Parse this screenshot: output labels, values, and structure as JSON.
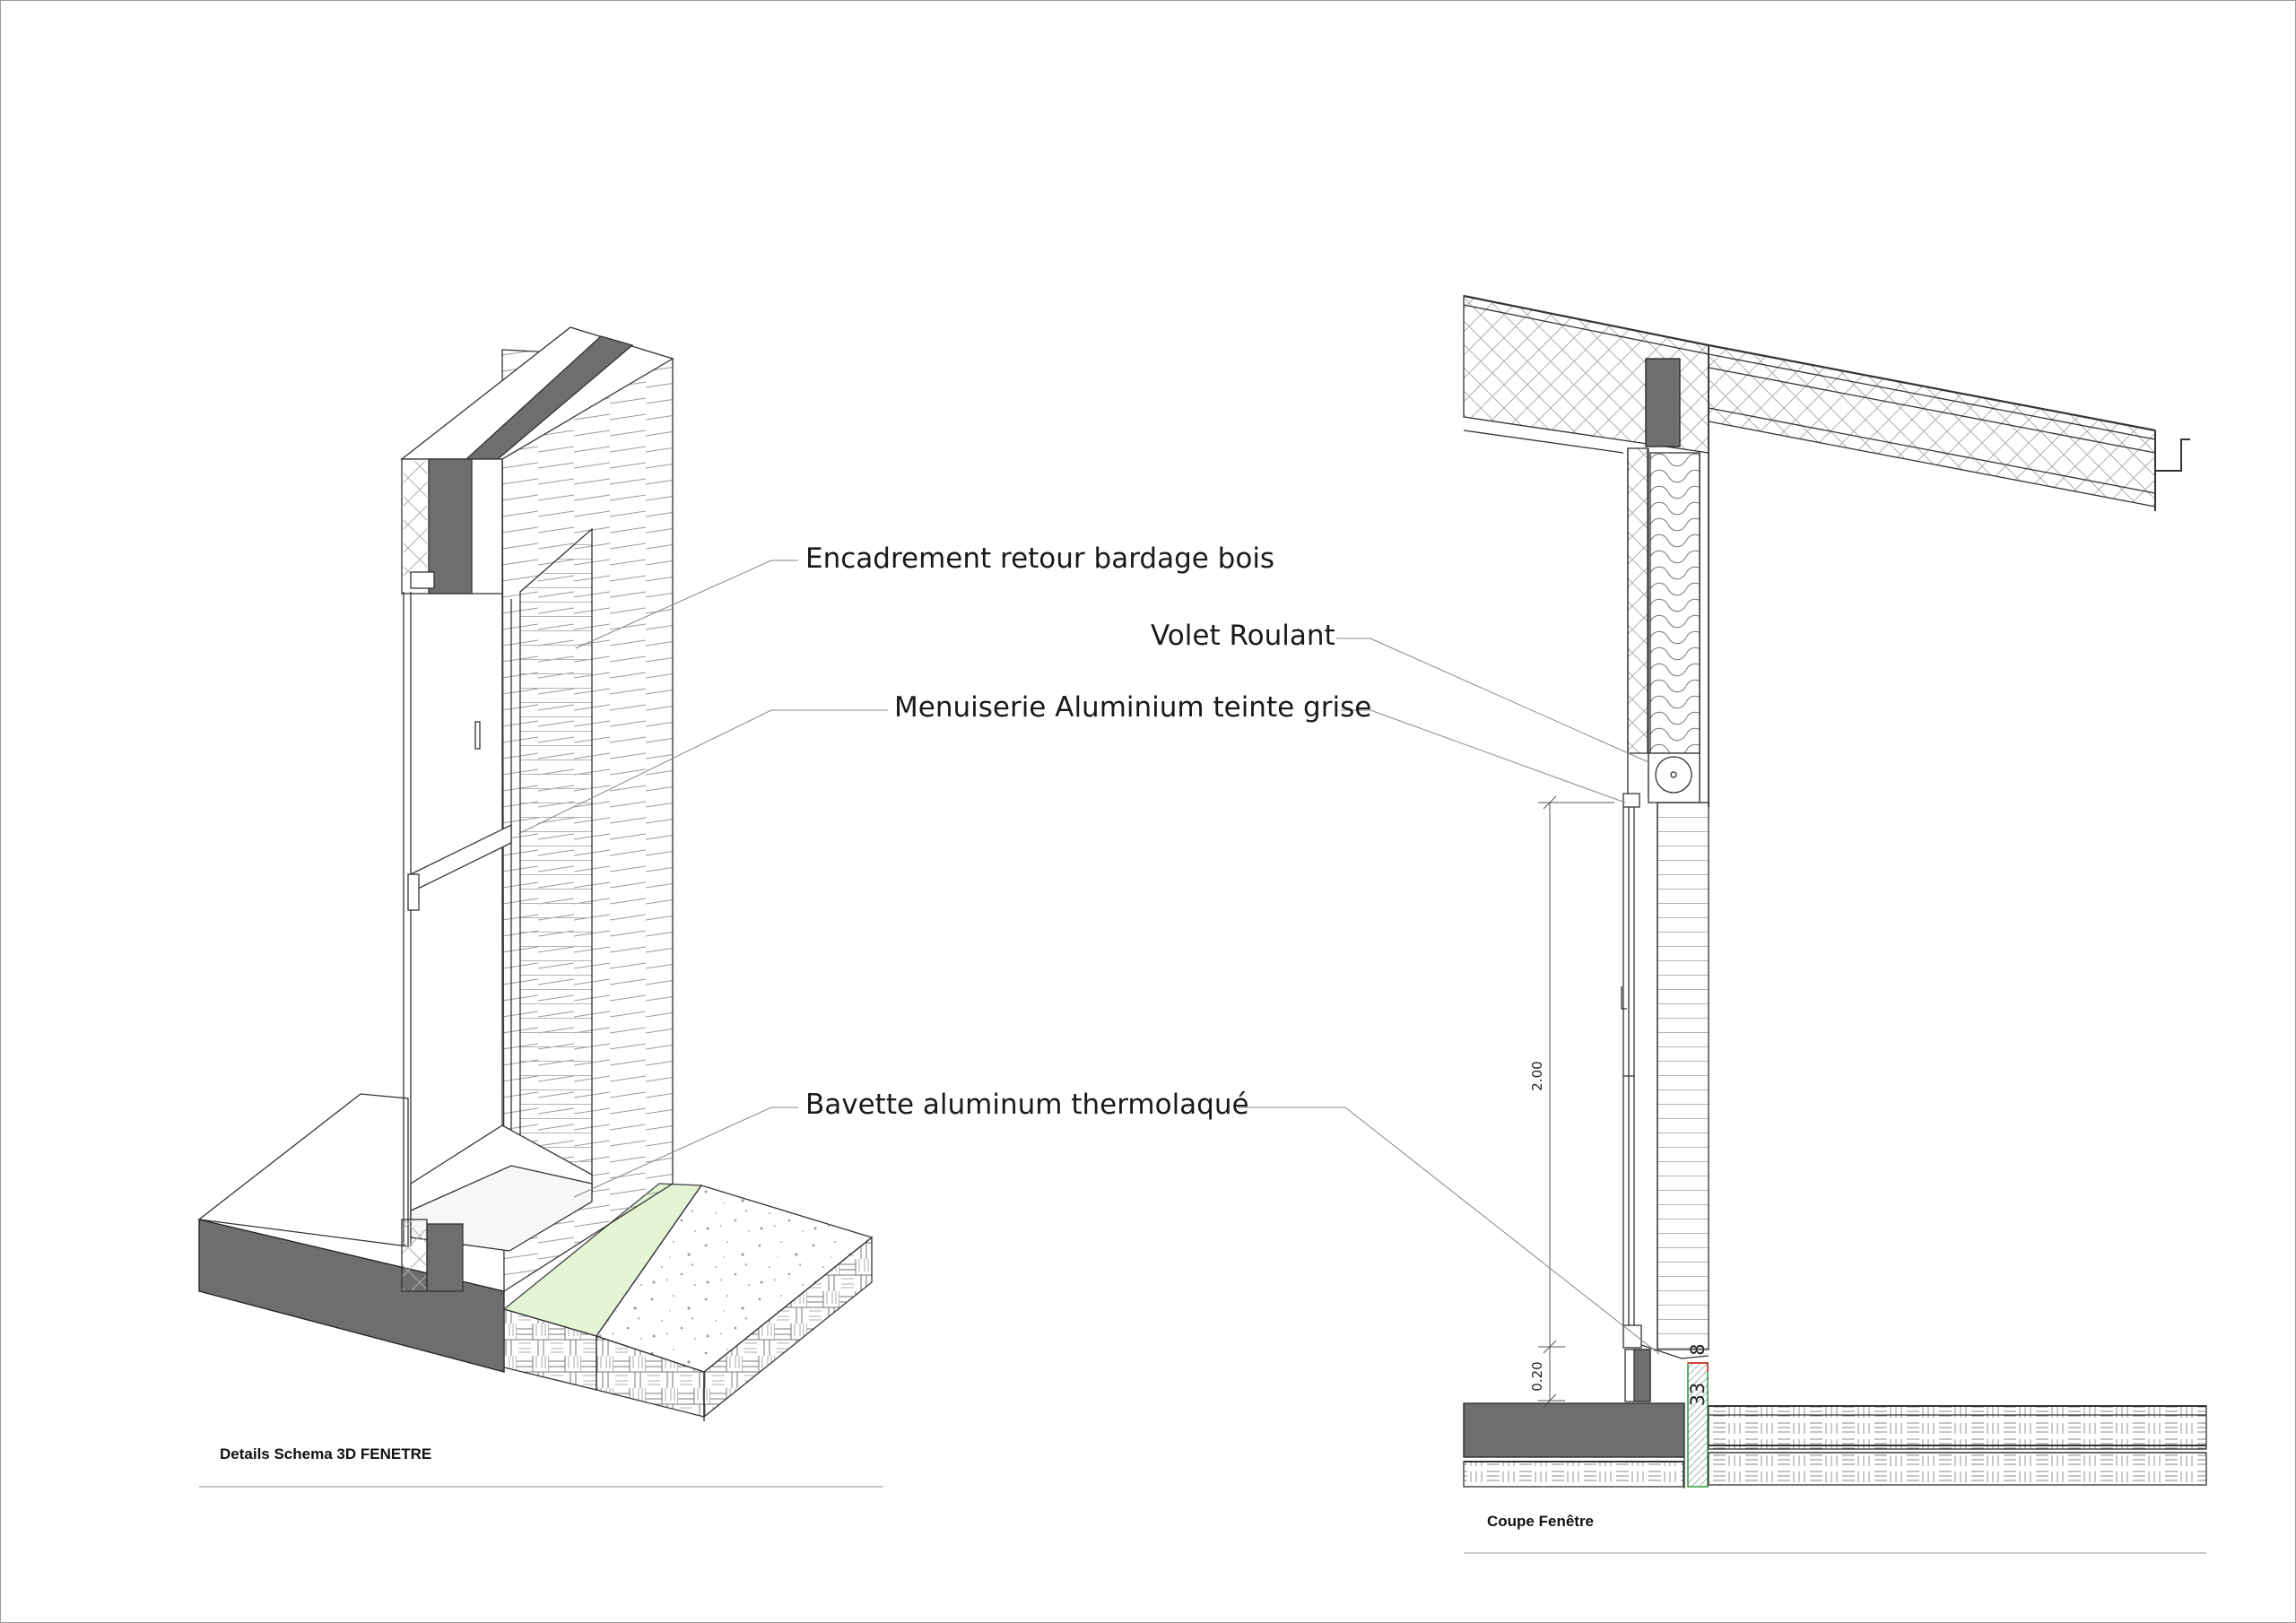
{
  "callouts": {
    "encadrement": "Encadrement retour bardage bois",
    "volet": "Volet Roulant",
    "menuiserie": "Menuiserie Aluminium teinte grise",
    "bavette": "Bavette aluminum thermolaqué"
  },
  "captions": {
    "left": "Details Schema 3D FENETRE",
    "right": "Coupe Fenêtre"
  },
  "dimensions": {
    "window_height": "2.00",
    "sill_height": "0.20",
    "small_a": "33",
    "small_b": "8"
  },
  "colors": {
    "dark_grey": "#6e6e6e",
    "insulation_green": "#e4f5d5",
    "green_line": "#2e9a3f",
    "red_mark": "#e02020"
  }
}
